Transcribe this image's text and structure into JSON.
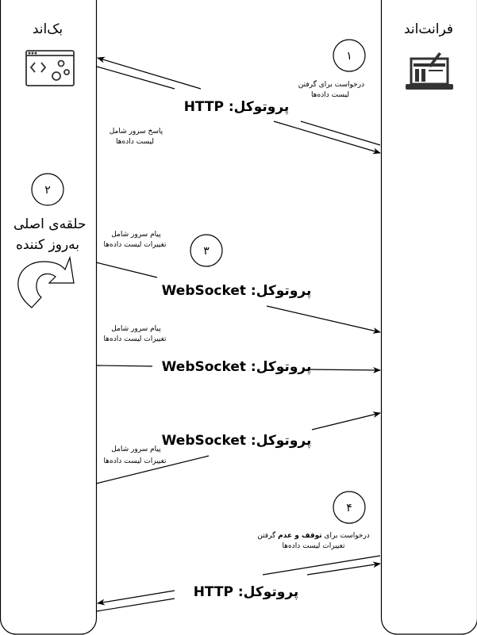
{
  "lanes": {
    "backend": {
      "title": "بک‌اند",
      "icon": "code-settings-window-icon"
    },
    "frontend": {
      "title": "فرانت‌اند",
      "icon": "laptop-design-icon"
    }
  },
  "steps": {
    "s1": "۱",
    "s2": "۲",
    "s3": "۳",
    "s4": "۴"
  },
  "labels": {
    "http_top": "پروتوکل: HTTP",
    "http_bottom": "پروتوکل: HTTP",
    "ws1": "پروتوکل: WebSocket",
    "ws2": "پروتوکل: WebSocket",
    "ws3": "پروتوکل: WebSocket"
  },
  "notes": {
    "request_list": [
      "درخواست برای گرفتن",
      "لیست داده‌ها"
    ],
    "response_list": [
      "پاسخ سرور شامل",
      "لیست داده‌ها"
    ],
    "loop": [
      "حلقه‌ی اصلی",
      "به‌روز کننده"
    ],
    "msg1": [
      "پیام سرور شامل",
      "تغییرات لیست داده‌ها"
    ],
    "msg2": [
      "پیام سرور شامل",
      "تغییرات لیست داده‌ها"
    ],
    "msg3": [
      "پیام سرور شامل",
      "تغییرات لیست داده‌ها"
    ],
    "stop_request": {
      "pre": "درخواست برای ",
      "bold": "توقف و عدم",
      "post": " گرفتن",
      "line2": "تغییرات لیست داده‌ها"
    }
  },
  "colors": {
    "stroke": "#000000",
    "icon": "#333333"
  }
}
